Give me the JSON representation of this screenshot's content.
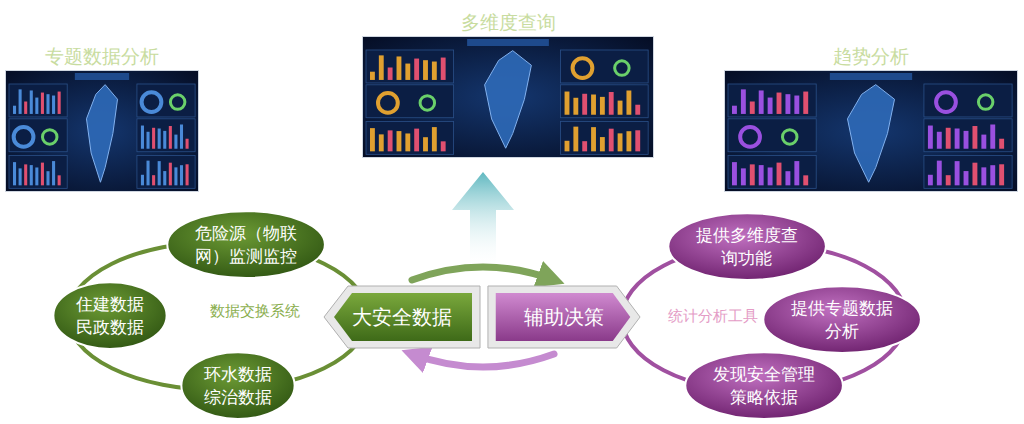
{
  "diagram": {
    "nodes": [
      {
        "text": [
          "专题数据分析"
        ]
      },
      {
        "text": [
          "多维度查询"
        ]
      },
      {
        "text": [
          "趋势分析"
        ]
      },
      {
        "text": [
          "危险源（物联网）监测监控"
        ]
      },
      {
        "text": [
          "提供多维度查询功能"
        ]
      },
      {
        "text": [
          "住建数据",
          "民政数据"
        ]
      },
      {
        "text": [
          "大安全数据"
        ]
      },
      {
        "text": [
          "辅助决策"
        ]
      },
      {
        "text": [
          "提供专题数据分析"
        ]
      },
      {
        "text": [
          "环水数据",
          "综治数据"
        ]
      },
      {
        "text": [
          "发现安全管理策略依据"
        ]
      }
    ],
    "edges": [
      {
        "from": 6,
        "to": 7,
        "arrow": "to"
      },
      {
        "from": 7,
        "to": 6,
        "arrow": "to"
      }
    ],
    "labels": [
      "数据交换系统",
      "统计分析工具"
    ]
  }
}
